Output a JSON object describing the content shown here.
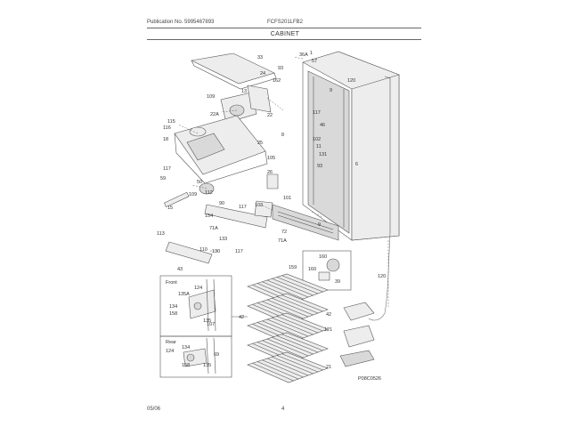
{
  "header": {
    "publication": "Publication No. 5995467893",
    "model": "FCFS201LFB2",
    "section": "CABINET"
  },
  "footer": {
    "date": "05/06",
    "page": "4"
  },
  "drawing_code": "P08C0526",
  "inset_labels": {
    "front": "Front",
    "rear": "Rear"
  },
  "callouts": [
    "33",
    "36A",
    "1",
    "57",
    "24",
    "93",
    "162",
    "109",
    "13",
    "9",
    "120",
    "22A",
    "22",
    "117",
    "46",
    "115",
    "116",
    "18",
    "25",
    "8",
    "102",
    "11",
    "131",
    "93",
    "6",
    "105",
    "117",
    "59",
    "26",
    "50",
    "101",
    "109",
    "112",
    "117",
    "103",
    "154",
    "15",
    "90",
    "113",
    "9",
    "71A",
    "72",
    "71A",
    "133",
    "130",
    "110",
    "117",
    "43",
    "159",
    "160",
    "160",
    "39",
    "120",
    "135A",
    "124",
    "134",
    "158",
    "135",
    "107",
    "42",
    "42",
    "121",
    "134",
    "124",
    "158",
    "135",
    "69",
    "21"
  ]
}
